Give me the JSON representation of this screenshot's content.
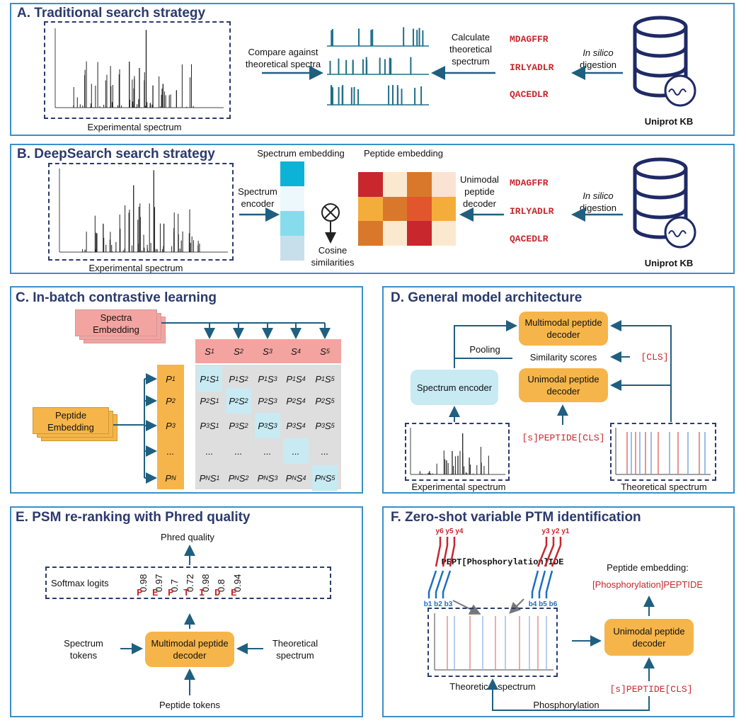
{
  "panelA": {
    "title": "A. Traditional search strategy",
    "spectrum_label": "Experimental spectrum",
    "compare": "Compare against theoretical spectra",
    "calc": "Calculate theoretical spectrum",
    "seqs": [
      "MDAGFFR",
      "IRLYADLR",
      "QACEDLR"
    ],
    "digest_italic": "In silico",
    "digest": "digestion",
    "kb": "Uniprot KB"
  },
  "panelB": {
    "title": "B. DeepSearch search strategy",
    "spectrum_label": "Experimental spectrum",
    "spec_emb": "Spectrum embedding",
    "pep_emb": "Peptide embedding",
    "encoder": "Spectrum encoder",
    "cosine": "Cosine similarities",
    "unimodal": "Unimodal peptide decoder",
    "seqs": [
      "MDAGFFR",
      "IRLYADLR",
      "QACEDLR"
    ],
    "digest_italic": "In silico",
    "digest": "digestion",
    "kb": "Uniprot KB",
    "spec_colors": [
      "#0db3d6",
      "#ecf8fc",
      "#86dcec",
      "#c7dfea"
    ],
    "pep_colors": [
      [
        "#c8272e",
        "#fbe9cf",
        "#d9782a",
        "#fbe3d4"
      ],
      [
        "#f4ad3a",
        "#d9782a",
        "#e2562d",
        "#f4ad3a"
      ],
      [
        "#d9782a",
        "#fbe9cf",
        "#c8272e",
        "#fbe9cf"
      ]
    ]
  },
  "panelC": {
    "title": "C. In-batch contrastive learning",
    "spectra": "Spectra Embedding",
    "peptide": "Peptide Embedding",
    "cols": [
      "S1",
      "S2",
      "S3",
      "S4",
      "S5"
    ],
    "rows": [
      "P1",
      "P2",
      "P3",
      "...",
      "PN"
    ],
    "cells": [
      [
        "P1S1",
        "P1S2",
        "P1S3",
        "P1S4",
        "P1S5"
      ],
      [
        "P2S1",
        "P2S2",
        "P2S3",
        "P2S4",
        "P2S5"
      ],
      [
        "P3S1",
        "P3S2",
        "P3S3",
        "P3S4",
        "P3S5"
      ],
      [
        "...",
        "...",
        "...",
        "...",
        "..."
      ],
      [
        "PNS1",
        "PNS2",
        "PNS3",
        "PNS4",
        "PNS5"
      ]
    ]
  },
  "panelD": {
    "title": "D. General model architecture",
    "multimodal": "Multimodal peptide decoder",
    "similarity": "Similarity scores",
    "cls": "[CLS]",
    "pooling": "Pooling",
    "encoder": "Spectrum encoder",
    "unimodal": "Unimodal peptide decoder",
    "input": "[s]PEPTIDE[CLS]",
    "exp": "Experimental spectrum",
    "theo": "Theoretical spectrum"
  },
  "panelE": {
    "title": "E. PSM re-ranking with Phred quality",
    "phred": "Phred quality",
    "softmax": "Softmax logits",
    "logits": [
      "0.98",
      "0.97",
      "0.7",
      "0.72",
      "0.98",
      "0.8",
      "0.94"
    ],
    "letters": [
      "P",
      "E",
      "P",
      "T",
      "I",
      "D",
      "E"
    ],
    "decoder": "Multimodal peptide decoder",
    "spec_tokens": "Spectrum tokens",
    "theo": "Theoretical spectrum",
    "pep_tokens": "Peptide tokens"
  },
  "panelF": {
    "title": "F. Zero-shot variable PTM identification",
    "y_left": "y6 y5 y4",
    "y_right": "y3 y2 y1",
    "peptide": "PEPT[Phosphorylation]IDE",
    "b_left": "b1 b2 b3",
    "b_right": "b4 b5 b6",
    "emb_label": "Peptide embedding:",
    "emb_value": "[Phosphorylation]PEPTIDE",
    "decoder": "Unimodal peptide decoder",
    "theo": "Theoretical spectrum",
    "input": "[s]PEPTIDE[CLS]",
    "phospho": "Phosphorylation"
  }
}
